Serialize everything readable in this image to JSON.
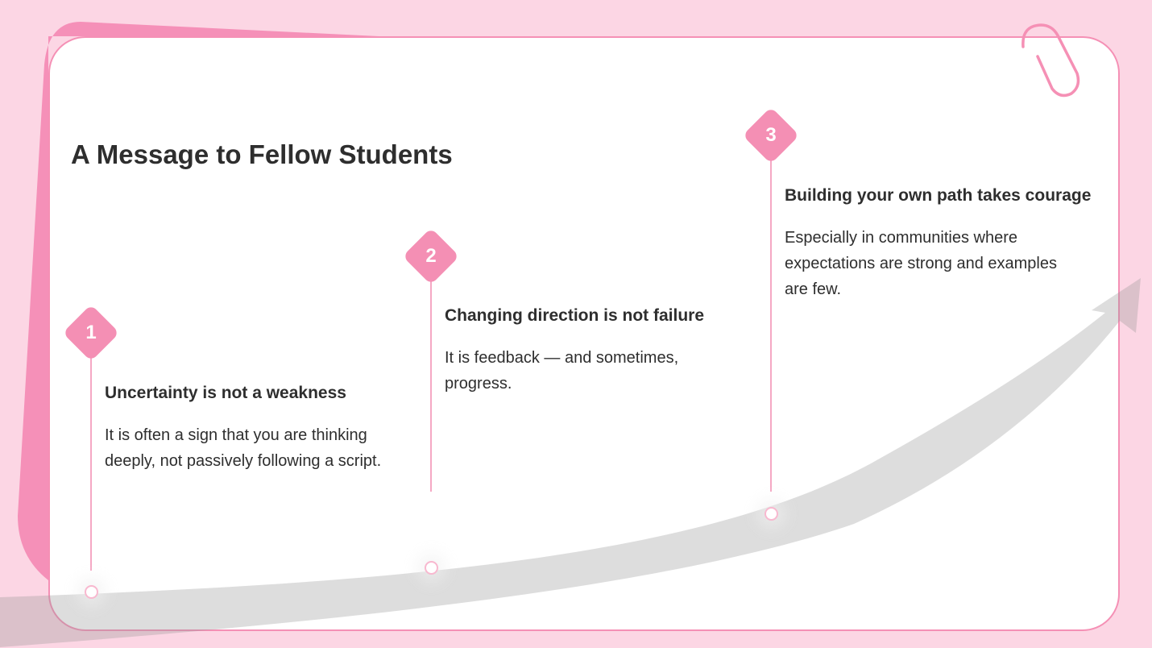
{
  "slide": {
    "title": "A Message to Fellow Students",
    "accent_color": "#f48fb4",
    "background_color": "#fcd6e4",
    "steps": [
      {
        "number": "1",
        "heading": "Uncertainty is not a weakness",
        "body": "It is often a sign that you are thinking deeply, not passively following a script."
      },
      {
        "number": "2",
        "heading": "Changing direction is not failure",
        "body": "It is feedback — and sometimes, progress."
      },
      {
        "number": "3",
        "heading": "Building your own path takes courage",
        "body": "Especially in communities where expectations are strong and examples are few."
      }
    ]
  }
}
